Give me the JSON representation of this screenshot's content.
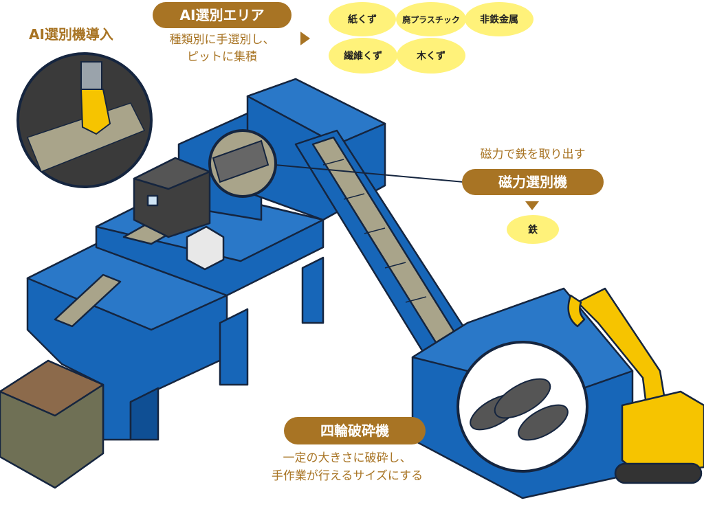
{
  "labels": {
    "ai_intro": "AI選別機導入",
    "ai_area": {
      "title": "AI選別エリア",
      "desc_line1": "種類別に手選別し、",
      "desc_line2": "ピットに集積"
    },
    "categories": [
      "紙くず",
      "廃プラスチック",
      "非鉄金属",
      "繊維くず",
      "木くず"
    ],
    "magnet": {
      "desc": "磁力で鉄を取り出す",
      "title": "磁力選別機",
      "output": "鉄"
    },
    "shredder": {
      "title": "四輪破砕機",
      "desc_line1": "一定の大きさに破砕し、",
      "desc_line2": "手作業が行えるサイズにする"
    }
  },
  "colors": {
    "structure_blue": "#1766b8",
    "outline": "#15253f",
    "label_brown": "#a87424",
    "bubble_yellow": "#fff27a",
    "machine_yellow": "#f6c400"
  }
}
